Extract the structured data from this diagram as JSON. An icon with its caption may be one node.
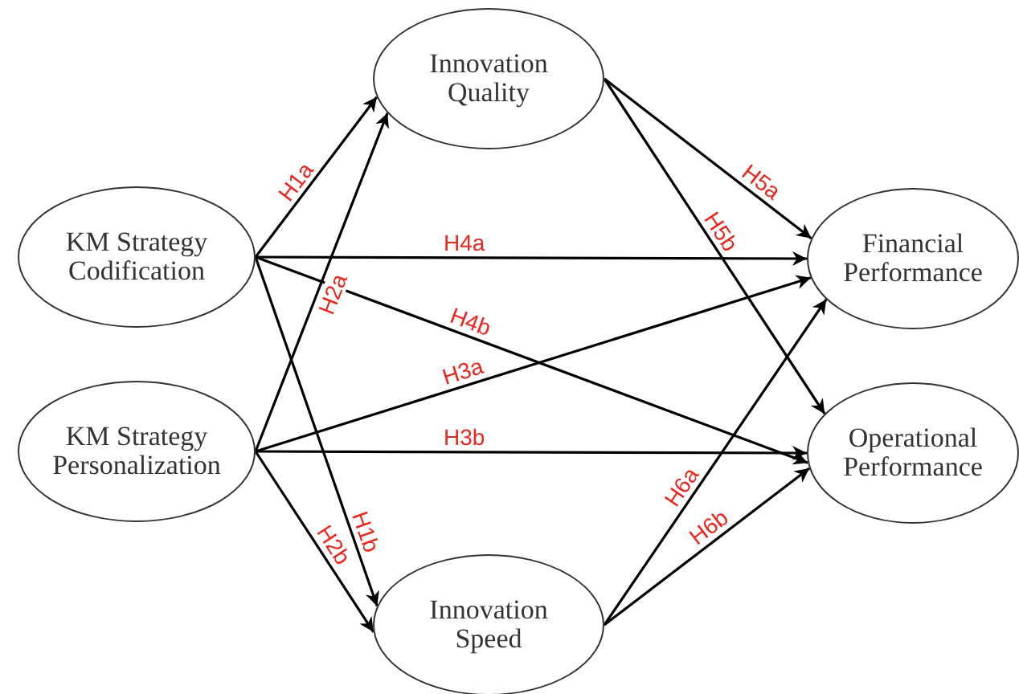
{
  "diagram": {
    "nodes": [
      {
        "text": [
          "KM Strategy Codification"
        ]
      },
      {
        "text": [
          "KM Strategy Personalization"
        ]
      },
      {
        "text": [
          "Innovation Quality"
        ]
      },
      {
        "text": [
          "Innovation Speed"
        ]
      },
      {
        "text": [
          "Financial Performance"
        ]
      },
      {
        "text": [
          "Operational Performance"
        ]
      }
    ],
    "edges": [
      {
        "from": 0,
        "to": 2,
        "arrow": "to",
        "label": "H1a"
      },
      {
        "from": 0,
        "to": 3,
        "arrow": "to",
        "label": "H1b"
      },
      {
        "from": 1,
        "to": 2,
        "arrow": "to",
        "label": "H2a"
      },
      {
        "from": 1,
        "to": 3,
        "arrow": "to",
        "label": "H2b"
      },
      {
        "from": 1,
        "to": 4,
        "arrow": "to",
        "label": "H3a"
      },
      {
        "from": 1,
        "to": 5,
        "arrow": "to",
        "label": "H3b"
      },
      {
        "from": 0,
        "to": 4,
        "arrow": "to",
        "label": "H4a"
      },
      {
        "from": 0,
        "to": 5,
        "arrow": "to",
        "label": "H4b"
      },
      {
        "from": 2,
        "to": 4,
        "arrow": "to",
        "label": "H5a"
      },
      {
        "from": 2,
        "to": 5,
        "arrow": "to",
        "label": "H5b"
      },
      {
        "from": 3,
        "to": 4,
        "arrow": "to",
        "label": "H6a"
      },
      {
        "from": 3,
        "to": 5,
        "arrow": "to",
        "label": "H6b"
      }
    ]
  }
}
